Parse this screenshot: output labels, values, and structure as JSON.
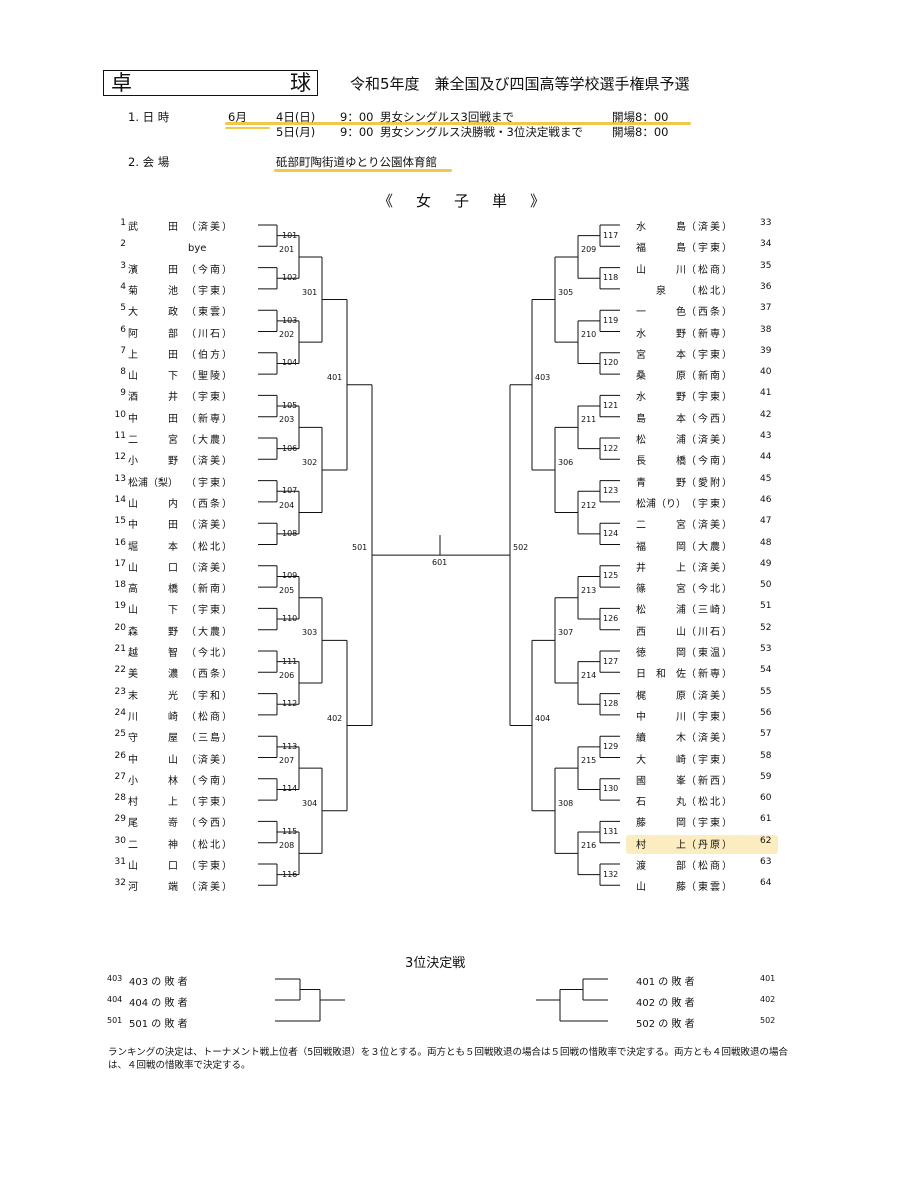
{
  "header": {
    "title_left": "卓",
    "title_right": "球",
    "title_main": "令和5年度　兼全国及び四国高等学校選手権県予選"
  },
  "info": {
    "date_label": "1. 日 時",
    "row1_month": "6月",
    "row1_day": "4日(日)",
    "row1_time": "9：00",
    "row1_desc": "男女シングルス3回戦まで",
    "row1_open": "開場8：00",
    "row2_day": "5日(月)",
    "row2_time": "9：00",
    "row2_desc": "男女シングルス決勝戦・3位決定戦まで",
    "row2_open": "開場8：00",
    "venue_label": "2. 会 場",
    "venue": "砥部町陶街道ゆとり公園体育館"
  },
  "section_heading": "《　女　子　単　》",
  "left_players": [
    {
      "num": "1",
      "name": "武　　　田",
      "team": "（済美）"
    },
    {
      "num": "2",
      "name": "　　　　　　bye",
      "team": ""
    },
    {
      "num": "3",
      "name": "濱　　　田",
      "team": "（今南）"
    },
    {
      "num": "4",
      "name": "菊　　　池",
      "team": "（宇東）"
    },
    {
      "num": "5",
      "name": "大　　　政",
      "team": "（東雲）"
    },
    {
      "num": "6",
      "name": "阿　　　部",
      "team": "（川石）"
    },
    {
      "num": "7",
      "name": "上　　　田",
      "team": "（伯方）"
    },
    {
      "num": "8",
      "name": "山　　　下",
      "team": "（聖陵）"
    },
    {
      "num": "9",
      "name": "酒　　　井",
      "team": "（宇東）"
    },
    {
      "num": "10",
      "name": "中　　　田",
      "team": "（新専）"
    },
    {
      "num": "11",
      "name": "二　　　宮",
      "team": "（大農）"
    },
    {
      "num": "12",
      "name": "小　　　野",
      "team": "（済美）"
    },
    {
      "num": "13",
      "name": "松浦（梨）",
      "team": "（宇東）"
    },
    {
      "num": "14",
      "name": "山　　　内",
      "team": "（西条）"
    },
    {
      "num": "15",
      "name": "中　　　田",
      "team": "（済美）"
    },
    {
      "num": "16",
      "name": "堀　　　本",
      "team": "（松北）"
    },
    {
      "num": "17",
      "name": "山　　　口",
      "team": "（済美）"
    },
    {
      "num": "18",
      "name": "高　　　橋",
      "team": "（新南）"
    },
    {
      "num": "19",
      "name": "山　　　下",
      "team": "（宇東）"
    },
    {
      "num": "20",
      "name": "森　　　野",
      "team": "（大農）"
    },
    {
      "num": "21",
      "name": "越　　　智",
      "team": "（今北）"
    },
    {
      "num": "22",
      "name": "美　　　濃",
      "team": "（西条）"
    },
    {
      "num": "23",
      "name": "末　　　光",
      "team": "（宇和）"
    },
    {
      "num": "24",
      "name": "川　　　崎",
      "team": "（松商）"
    },
    {
      "num": "25",
      "name": "守　　　屋",
      "team": "（三島）"
    },
    {
      "num": "26",
      "name": "中　　　山",
      "team": "（済美）"
    },
    {
      "num": "27",
      "name": "小　　　林",
      "team": "（今南）"
    },
    {
      "num": "28",
      "name": "村　　　上",
      "team": "（宇東）"
    },
    {
      "num": "29",
      "name": "尾　　　嵜",
      "team": "（今西）"
    },
    {
      "num": "30",
      "name": "二　　　神",
      "team": "（松北）"
    },
    {
      "num": "31",
      "name": "山　　　口",
      "team": "（宇東）"
    },
    {
      "num": "32",
      "name": "河　　　端",
      "team": "（済美）"
    }
  ],
  "right_players": [
    {
      "num": "33",
      "name": "水　　　島",
      "team": "（済美）"
    },
    {
      "num": "34",
      "name": "福　　　島",
      "team": "（宇東）"
    },
    {
      "num": "35",
      "name": "山　　　川",
      "team": "（松商）"
    },
    {
      "num": "36",
      "name": "　　泉",
      "team": "（松北）"
    },
    {
      "num": "37",
      "name": "一　　　色",
      "team": "（西条）"
    },
    {
      "num": "38",
      "name": "水　　　野",
      "team": "（新専）"
    },
    {
      "num": "39",
      "name": "宮　　　本",
      "team": "（宇東）"
    },
    {
      "num": "40",
      "name": "桑　　　原",
      "team": "（新南）"
    },
    {
      "num": "41",
      "name": "水　　　野",
      "team": "（宇東）"
    },
    {
      "num": "42",
      "name": "島　　　本",
      "team": "（今西）"
    },
    {
      "num": "43",
      "name": "松　　　浦",
      "team": "（済美）"
    },
    {
      "num": "44",
      "name": "長　　　橋",
      "team": "（今南）"
    },
    {
      "num": "45",
      "name": "青　　　野",
      "team": "（愛附）"
    },
    {
      "num": "46",
      "name": "松浦（り）",
      "team": "（宇東）"
    },
    {
      "num": "47",
      "name": "二　　　宮",
      "team": "（済美）"
    },
    {
      "num": "48",
      "name": "福　　　岡",
      "team": "（大農）"
    },
    {
      "num": "49",
      "name": "井　　　上",
      "team": "（済美）"
    },
    {
      "num": "50",
      "name": "篠　　　宮",
      "team": "（今北）"
    },
    {
      "num": "51",
      "name": "松　　　浦",
      "team": "（三崎）"
    },
    {
      "num": "52",
      "name": "西　　　山",
      "team": "（川石）"
    },
    {
      "num": "53",
      "name": "徳　　　岡",
      "team": "（東温）"
    },
    {
      "num": "54",
      "name": "日　和　佐",
      "team": "（新専）"
    },
    {
      "num": "55",
      "name": "梶　　　原",
      "team": "（済美）"
    },
    {
      "num": "56",
      "name": "中　　　川",
      "team": "（宇東）"
    },
    {
      "num": "57",
      "name": "續　　　木",
      "team": "（済美）"
    },
    {
      "num": "58",
      "name": "大　　　崎",
      "team": "（宇東）"
    },
    {
      "num": "59",
      "name": "國　　　峯",
      "team": "（新西）"
    },
    {
      "num": "60",
      "name": "石　　　丸",
      "team": "（松北）"
    },
    {
      "num": "61",
      "name": "藤　　　岡",
      "team": "（宇東）"
    },
    {
      "num": "62",
      "name": "村　　　上",
      "team": "（丹原）"
    },
    {
      "num": "63",
      "name": "渡　　　部",
      "team": "（松商）"
    },
    {
      "num": "64",
      "name": "山　　　藤",
      "team": "（東雲）"
    }
  ],
  "match_numbers": {
    "r1_left": [
      "101",
      "102",
      "103",
      "104",
      "105",
      "106",
      "107",
      "108",
      "109",
      "110",
      "111",
      "112",
      "113",
      "114",
      "115",
      "116"
    ],
    "r1_right": [
      "117",
      "118",
      "119",
      "120",
      "121",
      "122",
      "123",
      "124",
      "125",
      "126",
      "127",
      "128",
      "129",
      "130",
      "131",
      "132"
    ],
    "r2_left": [
      "201",
      "202",
      "203",
      "204",
      "205",
      "206",
      "207",
      "208"
    ],
    "r2_right": [
      "209",
      "210",
      "211",
      "212",
      "213",
      "214",
      "215",
      "216"
    ],
    "r3_left": [
      "301",
      "302",
      "303",
      "304"
    ],
    "r3_right": [
      "305",
      "306",
      "307",
      "308"
    ],
    "r4_left": [
      "401",
      "402"
    ],
    "r4_right": [
      "403",
      "404"
    ],
    "r5_left": "501",
    "r5_right": "502",
    "final": "601"
  },
  "third_place": {
    "title": "3位決定戦",
    "left": [
      {
        "code": "403",
        "label": "403 の 敗 者"
      },
      {
        "code": "404",
        "label": "404 の 敗 者"
      },
      {
        "code": "501",
        "label": "501 の 敗 者"
      }
    ],
    "right": [
      {
        "code": "401",
        "label": "401 の 敗 者"
      },
      {
        "code": "402",
        "label": "402 の 敗 者"
      },
      {
        "code": "502",
        "label": "502 の 敗 者"
      }
    ]
  },
  "note": "ランキングの決定は、トーナメント戦上位者（5回戦敗退）を３位とする。両方とも５回戦敗退の場合は５回戦の惜敗率で決定する。両方とも４回戦敗退の場合は、４回戦の惜敗率で決定する。",
  "colors": {
    "highlight": "#f2c84b",
    "row_highlight": "#fbedc0",
    "line": "#111111"
  }
}
